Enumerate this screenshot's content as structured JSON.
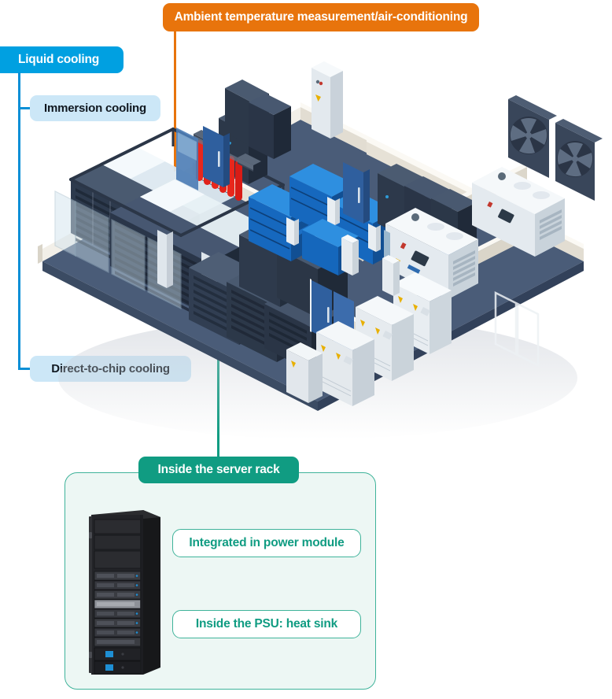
{
  "colors": {
    "orange": "#E8740C",
    "blue": "#00A0E1",
    "blue_light": "#CCE7F7",
    "teal": "#109C82",
    "teal_border": "#3FB39A",
    "panel_bg": "#EDF7F4",
    "floor": "#4A5C78",
    "wall": "#E8E4DC",
    "rack_dark": "#2E3B4E",
    "battery_blue": "#1E7BD6",
    "fire_red": "#E8271C"
  },
  "callouts": {
    "ambient": "Ambient temperature measurement/air-conditioning",
    "liquid_cooling": "Liquid cooling",
    "immersion_cooling": "Immersion cooling",
    "direct_to_chip": "Direct-to-chip cooling",
    "inside_server_rack": "Inside the server rack"
  },
  "detail_panel": {
    "title": "Inside the server rack",
    "items": [
      "Integrated in power module",
      "Inside the PSU: heat sink"
    ]
  },
  "illustration": {
    "name": "isometric-data-center",
    "rooms": [
      "server-room-containment",
      "server-room-open-racks",
      "battery-room",
      "switchgear-room",
      "generator-room"
    ],
    "equipment": [
      "hot-aisle-containment",
      "server-rack-row",
      "fire-suppression-cylinders",
      "battery-racks",
      "electrical-cabinet",
      "diesel-generator",
      "cooling-fan-array",
      "access-door"
    ]
  }
}
